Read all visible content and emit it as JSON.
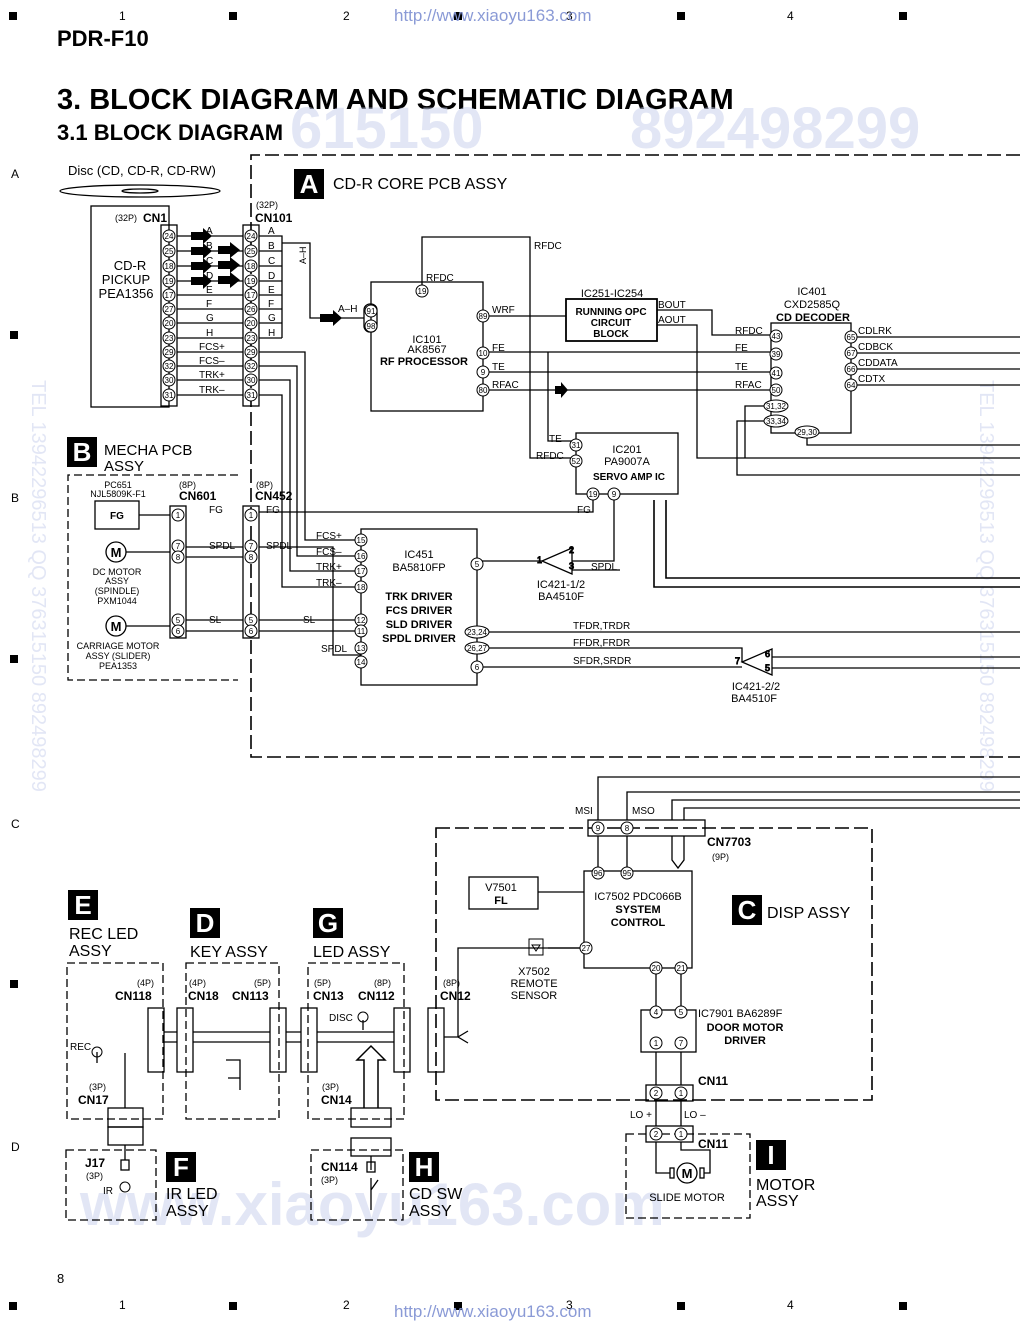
{
  "header": {
    "model": "PDR-F10",
    "title": "3. BLOCK DIAGRAM AND SCHEMATIC DIAGRAM",
    "subtitle": "3.1 BLOCK DIAGRAM",
    "page_number": "8",
    "url": "http://www.xiaoyu163.com"
  },
  "ruler": {
    "columns": [
      "1",
      "2",
      "3",
      "4"
    ],
    "rows": [
      "A",
      "B",
      "C",
      "D"
    ]
  },
  "watermarks": {
    "big1": "615150",
    "big2": "892498299",
    "bottom": "www.xiaoyu163.com",
    "side_left": "TEL 13942296513   QQ 376315150   892498299",
    "side_right": "TEL 13942296513   QQ 376315150   892498299"
  },
  "disc": {
    "label": "Disc (CD, CD-R, CD-RW)"
  },
  "assemblies": {
    "A": {
      "letter": "A",
      "name": "CD-R CORE PCB ASSY"
    },
    "B": {
      "letter": "B",
      "name1": "MECHA PCB",
      "name2": "ASSY"
    },
    "C": {
      "letter": "C",
      "name": "DISP ASSY"
    },
    "D": {
      "letter": "D",
      "name": "KEY ASSY"
    },
    "E": {
      "letter": "E",
      "name1": "REC LED",
      "name2": "ASSY"
    },
    "F": {
      "letter": "F",
      "name1": "IR LED",
      "name2": "ASSY"
    },
    "G": {
      "letter": "G",
      "name": "LED ASSY"
    },
    "H": {
      "letter": "H",
      "name1": "CD SW",
      "name2": "ASSY"
    },
    "I": {
      "letter": "I",
      "name1": "MOTOR",
      "name2": "ASSY"
    }
  },
  "pickup": {
    "name": "CD-R",
    "name2": "PICKUP",
    "part": "PEA1356"
  },
  "connectors": {
    "cn1": {
      "pins_label": "(32P)",
      "name": "CN1",
      "pins": [
        "24",
        "25",
        "18",
        "19",
        "17",
        "27",
        "20",
        "23",
        "29",
        "32",
        "30",
        "31"
      ]
    },
    "cn101": {
      "pins_label": "(32P)",
      "name": "CN101",
      "pins": [
        "24",
        "25",
        "18",
        "19",
        "17",
        "26",
        "20",
        "23",
        "29",
        "32",
        "30",
        "31"
      ]
    },
    "cn601": {
      "pins_label": "(8P)",
      "name": "CN601"
    },
    "cn452": {
      "pins_label": "(8P)",
      "name": "CN452"
    },
    "cn7703": {
      "name": "CN7703",
      "pins_label": "(9P)"
    },
    "cn118": {
      "pins_label": "(4P)",
      "name": "CN118"
    },
    "cn18": {
      "pins_label": "(4P)",
      "name": "CN18"
    },
    "cn113": {
      "pins_label": "(5P)",
      "name": "CN113"
    },
    "cn13": {
      "pins_label": "(5P)",
      "name": "CN13"
    },
    "cn112": {
      "pins_label": "(8P)",
      "name": "CN112"
    },
    "cn12": {
      "pins_label": "(8P)",
      "name": "CN12"
    },
    "cn17": {
      "pins_label": "(3P)",
      "name": "CN17"
    },
    "cn14": {
      "pins_label": "(3P)",
      "name": "CN14"
    },
    "cn11a": {
      "name": "CN11"
    },
    "cn11b": {
      "name": "CN11"
    },
    "j17": {
      "name": "J17",
      "pins_label": "(3P)"
    },
    "cn114": {
      "name": "CN114",
      "pins_label": "(3P)"
    }
  },
  "signals": {
    "pickup": [
      "A",
      "B",
      "C",
      "D",
      "E",
      "F",
      "G",
      "H",
      "FCS+",
      "FCS–",
      "TRK+",
      "TRK–"
    ],
    "ah": "A–H",
    "ah_vertical": "A–H",
    "rfdc": "RFDC",
    "wrf": "WRF",
    "fe": "FE",
    "te": "TE",
    "rfac": "RFAC",
    "bout": "BOUT",
    "aout": "AOUT",
    "cdlrk": "CDLRK",
    "cdbck": "CDBCK",
    "cddata": "CDDATA",
    "cdtx": "CDTX",
    "fg": "FG",
    "spdl": "SPDL",
    "sl": "SL",
    "fcsp": "FCS+",
    "fcsm": "FCS–",
    "trkp": "TRK+",
    "trkm": "TRK–",
    "tfdr": "TFDR,TRDR",
    "ffdr": "FFDR,FRDR",
    "sfdr": "SFDR,SRDR",
    "msi": "MSI",
    "mso": "MSO",
    "lop": "LO +",
    "lom": "LO –",
    "rec": "REC",
    "disc": "DISC",
    "ir": "IR"
  },
  "ics": {
    "ic101": {
      "ref": "IC101",
      "part": "AK8567",
      "func": "RF PROCESSOR"
    },
    "ic251": {
      "ref": "IC251-IC254",
      "func1": "RUNNING OPC",
      "func2": "CIRCUIT",
      "func3": "BLOCK"
    },
    "ic401": {
      "ref": "IC401",
      "part": "CXD2585Q",
      "func": "CD DECODER"
    },
    "ic201": {
      "ref": "IC201",
      "part": "PA9007A",
      "func": "SERVO AMP IC"
    },
    "ic451": {
      "ref": "IC451",
      "part": "BA5810FP",
      "f1": "TRK DRIVER",
      "f2": "FCS DRIVER",
      "f3": "SLD DRIVER",
      "f4": "SPDL DRIVER"
    },
    "ic421a": {
      "ref": "IC421-1/2",
      "part": "BA4510F"
    },
    "ic421b": {
      "ref": "IC421-2/2",
      "part": "BA4510F"
    },
    "ic7502": {
      "ref": "IC7502  PDC066B",
      "f1": "SYSTEM",
      "f2": "CONTROL"
    },
    "ic7901": {
      "ref": "IC7901  BA6289F",
      "f1": "DOOR MOTOR",
      "f2": "DRIVER"
    },
    "fl": {
      "ref": "V7501",
      "func": "FL"
    },
    "x7502": {
      "ref": "X7502",
      "f1": "REMOTE",
      "f2": "SENSOR"
    }
  },
  "mecha": {
    "pc651": "PC651",
    "pc651_part": "NJL5809K-F1",
    "fg_box": "FG",
    "dc_motor": [
      "DC MOTOR",
      "ASSY",
      "(SPINDLE)",
      "PXM1044"
    ],
    "carriage": [
      "CARRIAGE MOTOR",
      "ASSY (SLIDER)",
      "PEA1353"
    ],
    "slide_motor": "SLIDE MOTOR",
    "motor_symbol": "M"
  },
  "pins": {
    "ic101_91": "91",
    "ic101_98": "98",
    "ic101_19": "19",
    "ic101_89": "89",
    "ic101_10": "10",
    "ic101_9": "9",
    "ic101_80": "80",
    "ic401_43": "43",
    "ic401_39": "39",
    "ic401_41": "41",
    "ic401_50": "50",
    "ic401_3132": "31,32",
    "ic401_3334": "33,34",
    "ic401_2930": "29,30",
    "ic401_65": "65",
    "ic401_67": "67",
    "ic401_66": "66",
    "ic401_64": "64",
    "ic201_31": "31",
    "ic201_52": "52",
    "ic201_19": "19",
    "ic201_9": "9",
    "ic451_15": "15",
    "ic451_16": "16",
    "ic451_17": "17",
    "ic451_18": "18",
    "ic451_12": "12",
    "ic451_11": "11",
    "ic451_13": "13",
    "ic451_14": "14",
    "ic451_5": "5",
    "ic451_2324": "23,24",
    "ic451_2627": "26,27",
    "ic451_6": "6",
    "op1_1": "1",
    "op1_2": "2",
    "op1_3": "3",
    "op2_6": "6",
    "op2_5": "5",
    "op2_7": "7",
    "cn601_1": "1",
    "cn601_7": "7",
    "cn601_8": "8",
    "cn601_5": "5",
    "cn601_6": "6",
    "cn7703_9": "9",
    "cn7703_8": "8",
    "ic7502_96": "96",
    "ic7502_95": "95",
    "ic7502_27": "27",
    "ic7502_20": "20",
    "ic7502_21": "21",
    "ic7901_4": "4",
    "ic7901_5": "5",
    "ic7901_1": "1",
    "ic7901_7": "7",
    "cn11_2": "2",
    "cn11_1": "1"
  }
}
